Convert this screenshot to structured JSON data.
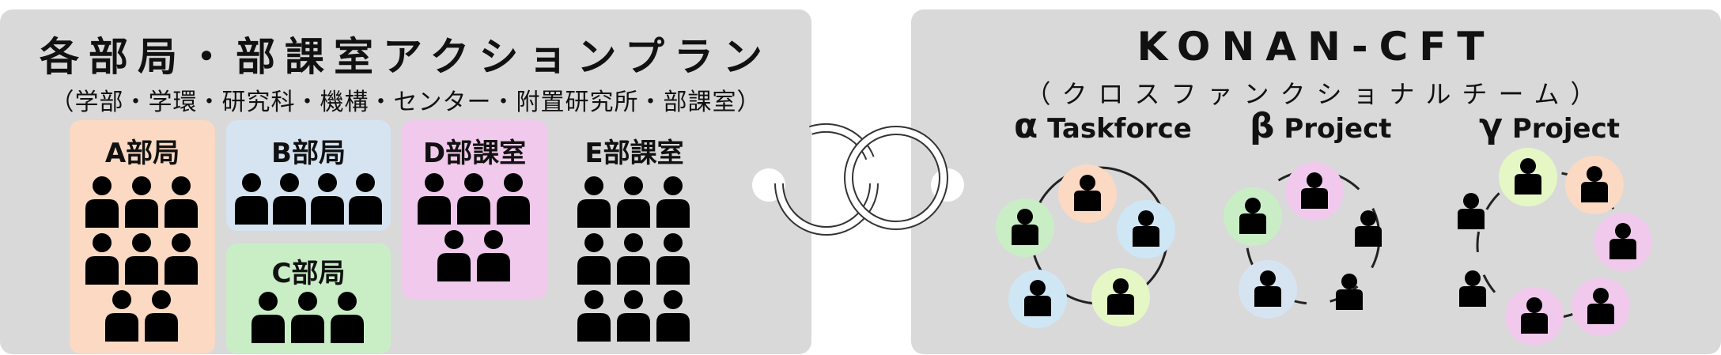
{
  "left": {
    "title": "各部局・部課室アクションプラン",
    "subtitle": "（学部・学環・研究科・機構・センター・附置研究所・部課室）",
    "departments": [
      {
        "label": "A部局",
        "color": "#fbd9c3",
        "people": 8
      },
      {
        "label": "B部局",
        "color": "#d6e4f2",
        "people": 4
      },
      {
        "label": "C部局",
        "color": "#c9eec6",
        "people": 3
      },
      {
        "label": "D部課室",
        "color": "#f0c9ec",
        "people": 5
      },
      {
        "label": "E部課室",
        "color": null,
        "people": 9
      }
    ]
  },
  "right": {
    "title": "KONAN-CFT",
    "subtitle": "（クロスファンクショナルチーム）",
    "teams": [
      {
        "greek": "α",
        "name": "Taskforce"
      },
      {
        "greek": "β",
        "name": "Project"
      },
      {
        "greek": "γ",
        "name": "Project"
      }
    ]
  },
  "colors": {
    "panel": "#d9d9d9",
    "peach": "#fbd9c3",
    "blue": "#cfe6f5",
    "green": "#c9eec6",
    "pink": "#f0c9ec",
    "lime": "#e5f7c5"
  }
}
